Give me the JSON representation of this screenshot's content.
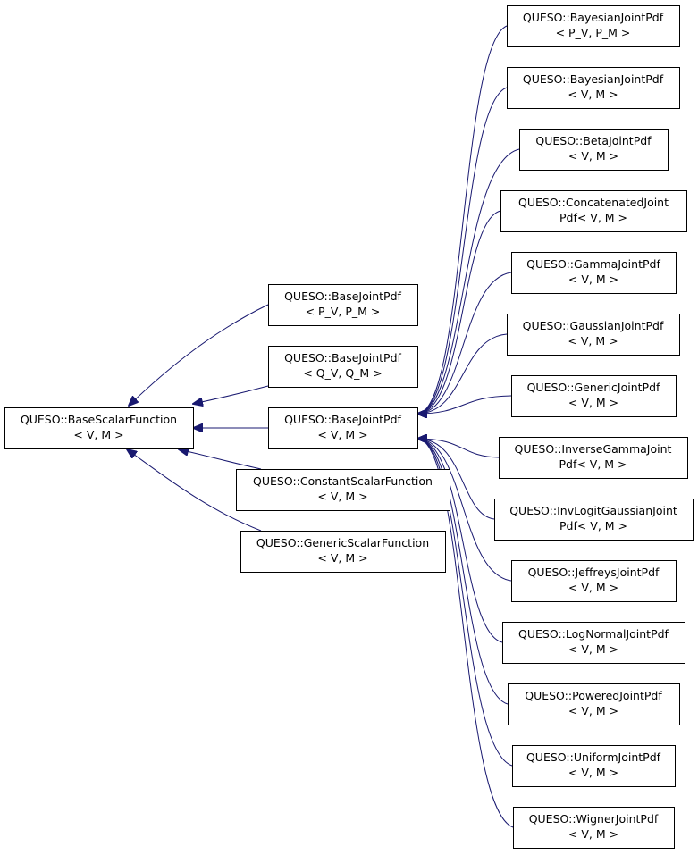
{
  "colors": {
    "edge": "#191970",
    "box_border": "#000000",
    "text": "#000000",
    "background": "#ffffff"
  },
  "nodes": [
    {
      "id": "base-scalar-function",
      "lines": [
        "QUESO::BaseScalarFunction",
        "< V, M >"
      ]
    },
    {
      "id": "base-joint-pdf-pv-pm",
      "lines": [
        "QUESO::BaseJointPdf",
        "< P_V, P_M >"
      ]
    },
    {
      "id": "base-joint-pdf-qv-qm",
      "lines": [
        "QUESO::BaseJointPdf",
        "< Q_V, Q_M >"
      ]
    },
    {
      "id": "base-joint-pdf-v-m",
      "lines": [
        "QUESO::BaseJointPdf",
        "< V, M >"
      ]
    },
    {
      "id": "constant-scalar-function",
      "lines": [
        "QUESO::ConstantScalarFunction",
        "< V, M >"
      ]
    },
    {
      "id": "generic-scalar-function",
      "lines": [
        "QUESO::GenericScalarFunction",
        "< V, M >"
      ]
    },
    {
      "id": "bayesian-joint-pdf-pv-pm",
      "lines": [
        "QUESO::BayesianJointPdf",
        "< P_V, P_M >"
      ]
    },
    {
      "id": "bayesian-joint-pdf-v-m",
      "lines": [
        "QUESO::BayesianJointPdf",
        "< V, M >"
      ]
    },
    {
      "id": "beta-joint-pdf",
      "lines": [
        "QUESO::BetaJointPdf",
        "< V, M >"
      ]
    },
    {
      "id": "concatenated-joint-pdf",
      "lines": [
        "QUESO::ConcatenatedJoint",
        "Pdf< V, M >"
      ]
    },
    {
      "id": "gamma-joint-pdf",
      "lines": [
        "QUESO::GammaJointPdf",
        "< V, M >"
      ]
    },
    {
      "id": "gaussian-joint-pdf",
      "lines": [
        "QUESO::GaussianJointPdf",
        "< V, M >"
      ]
    },
    {
      "id": "generic-joint-pdf",
      "lines": [
        "QUESO::GenericJointPdf",
        "< V, M >"
      ]
    },
    {
      "id": "inverse-gamma-joint-pdf",
      "lines": [
        "QUESO::InverseGammaJoint",
        "Pdf< V, M >"
      ]
    },
    {
      "id": "inv-logit-gaussian-joint-pdf",
      "lines": [
        "QUESO::InvLogitGaussianJoint",
        "Pdf< V, M >"
      ]
    },
    {
      "id": "jeffreys-joint-pdf",
      "lines": [
        "QUESO::JeffreysJointPdf",
        "< V, M >"
      ]
    },
    {
      "id": "log-normal-joint-pdf",
      "lines": [
        "QUESO::LogNormalJointPdf",
        "< V, M >"
      ]
    },
    {
      "id": "powered-joint-pdf",
      "lines": [
        "QUESO::PoweredJointPdf",
        "< V, M >"
      ]
    },
    {
      "id": "uniform-joint-pdf",
      "lines": [
        "QUESO::UniformJointPdf",
        "< V, M >"
      ]
    },
    {
      "id": "wigner-joint-pdf",
      "lines": [
        "QUESO::WignerJointPdf",
        "< V, M >"
      ]
    }
  ],
  "edges": [
    {
      "from": "base-joint-pdf-pv-pm",
      "to": "base-scalar-function"
    },
    {
      "from": "base-joint-pdf-qv-qm",
      "to": "base-scalar-function"
    },
    {
      "from": "base-joint-pdf-v-m",
      "to": "base-scalar-function"
    },
    {
      "from": "constant-scalar-function",
      "to": "base-scalar-function"
    },
    {
      "from": "generic-scalar-function",
      "to": "base-scalar-function"
    },
    {
      "from": "bayesian-joint-pdf-pv-pm",
      "to": "base-joint-pdf-v-m"
    },
    {
      "from": "bayesian-joint-pdf-v-m",
      "to": "base-joint-pdf-v-m"
    },
    {
      "from": "beta-joint-pdf",
      "to": "base-joint-pdf-v-m"
    },
    {
      "from": "concatenated-joint-pdf",
      "to": "base-joint-pdf-v-m"
    },
    {
      "from": "gamma-joint-pdf",
      "to": "base-joint-pdf-v-m"
    },
    {
      "from": "gaussian-joint-pdf",
      "to": "base-joint-pdf-v-m"
    },
    {
      "from": "generic-joint-pdf",
      "to": "base-joint-pdf-v-m"
    },
    {
      "from": "inverse-gamma-joint-pdf",
      "to": "base-joint-pdf-v-m"
    },
    {
      "from": "inv-logit-gaussian-joint-pdf",
      "to": "base-joint-pdf-v-m"
    },
    {
      "from": "jeffreys-joint-pdf",
      "to": "base-joint-pdf-v-m"
    },
    {
      "from": "log-normal-joint-pdf",
      "to": "base-joint-pdf-v-m"
    },
    {
      "from": "powered-joint-pdf",
      "to": "base-joint-pdf-v-m"
    },
    {
      "from": "uniform-joint-pdf",
      "to": "base-joint-pdf-v-m"
    },
    {
      "from": "wigner-joint-pdf",
      "to": "base-joint-pdf-v-m"
    }
  ]
}
